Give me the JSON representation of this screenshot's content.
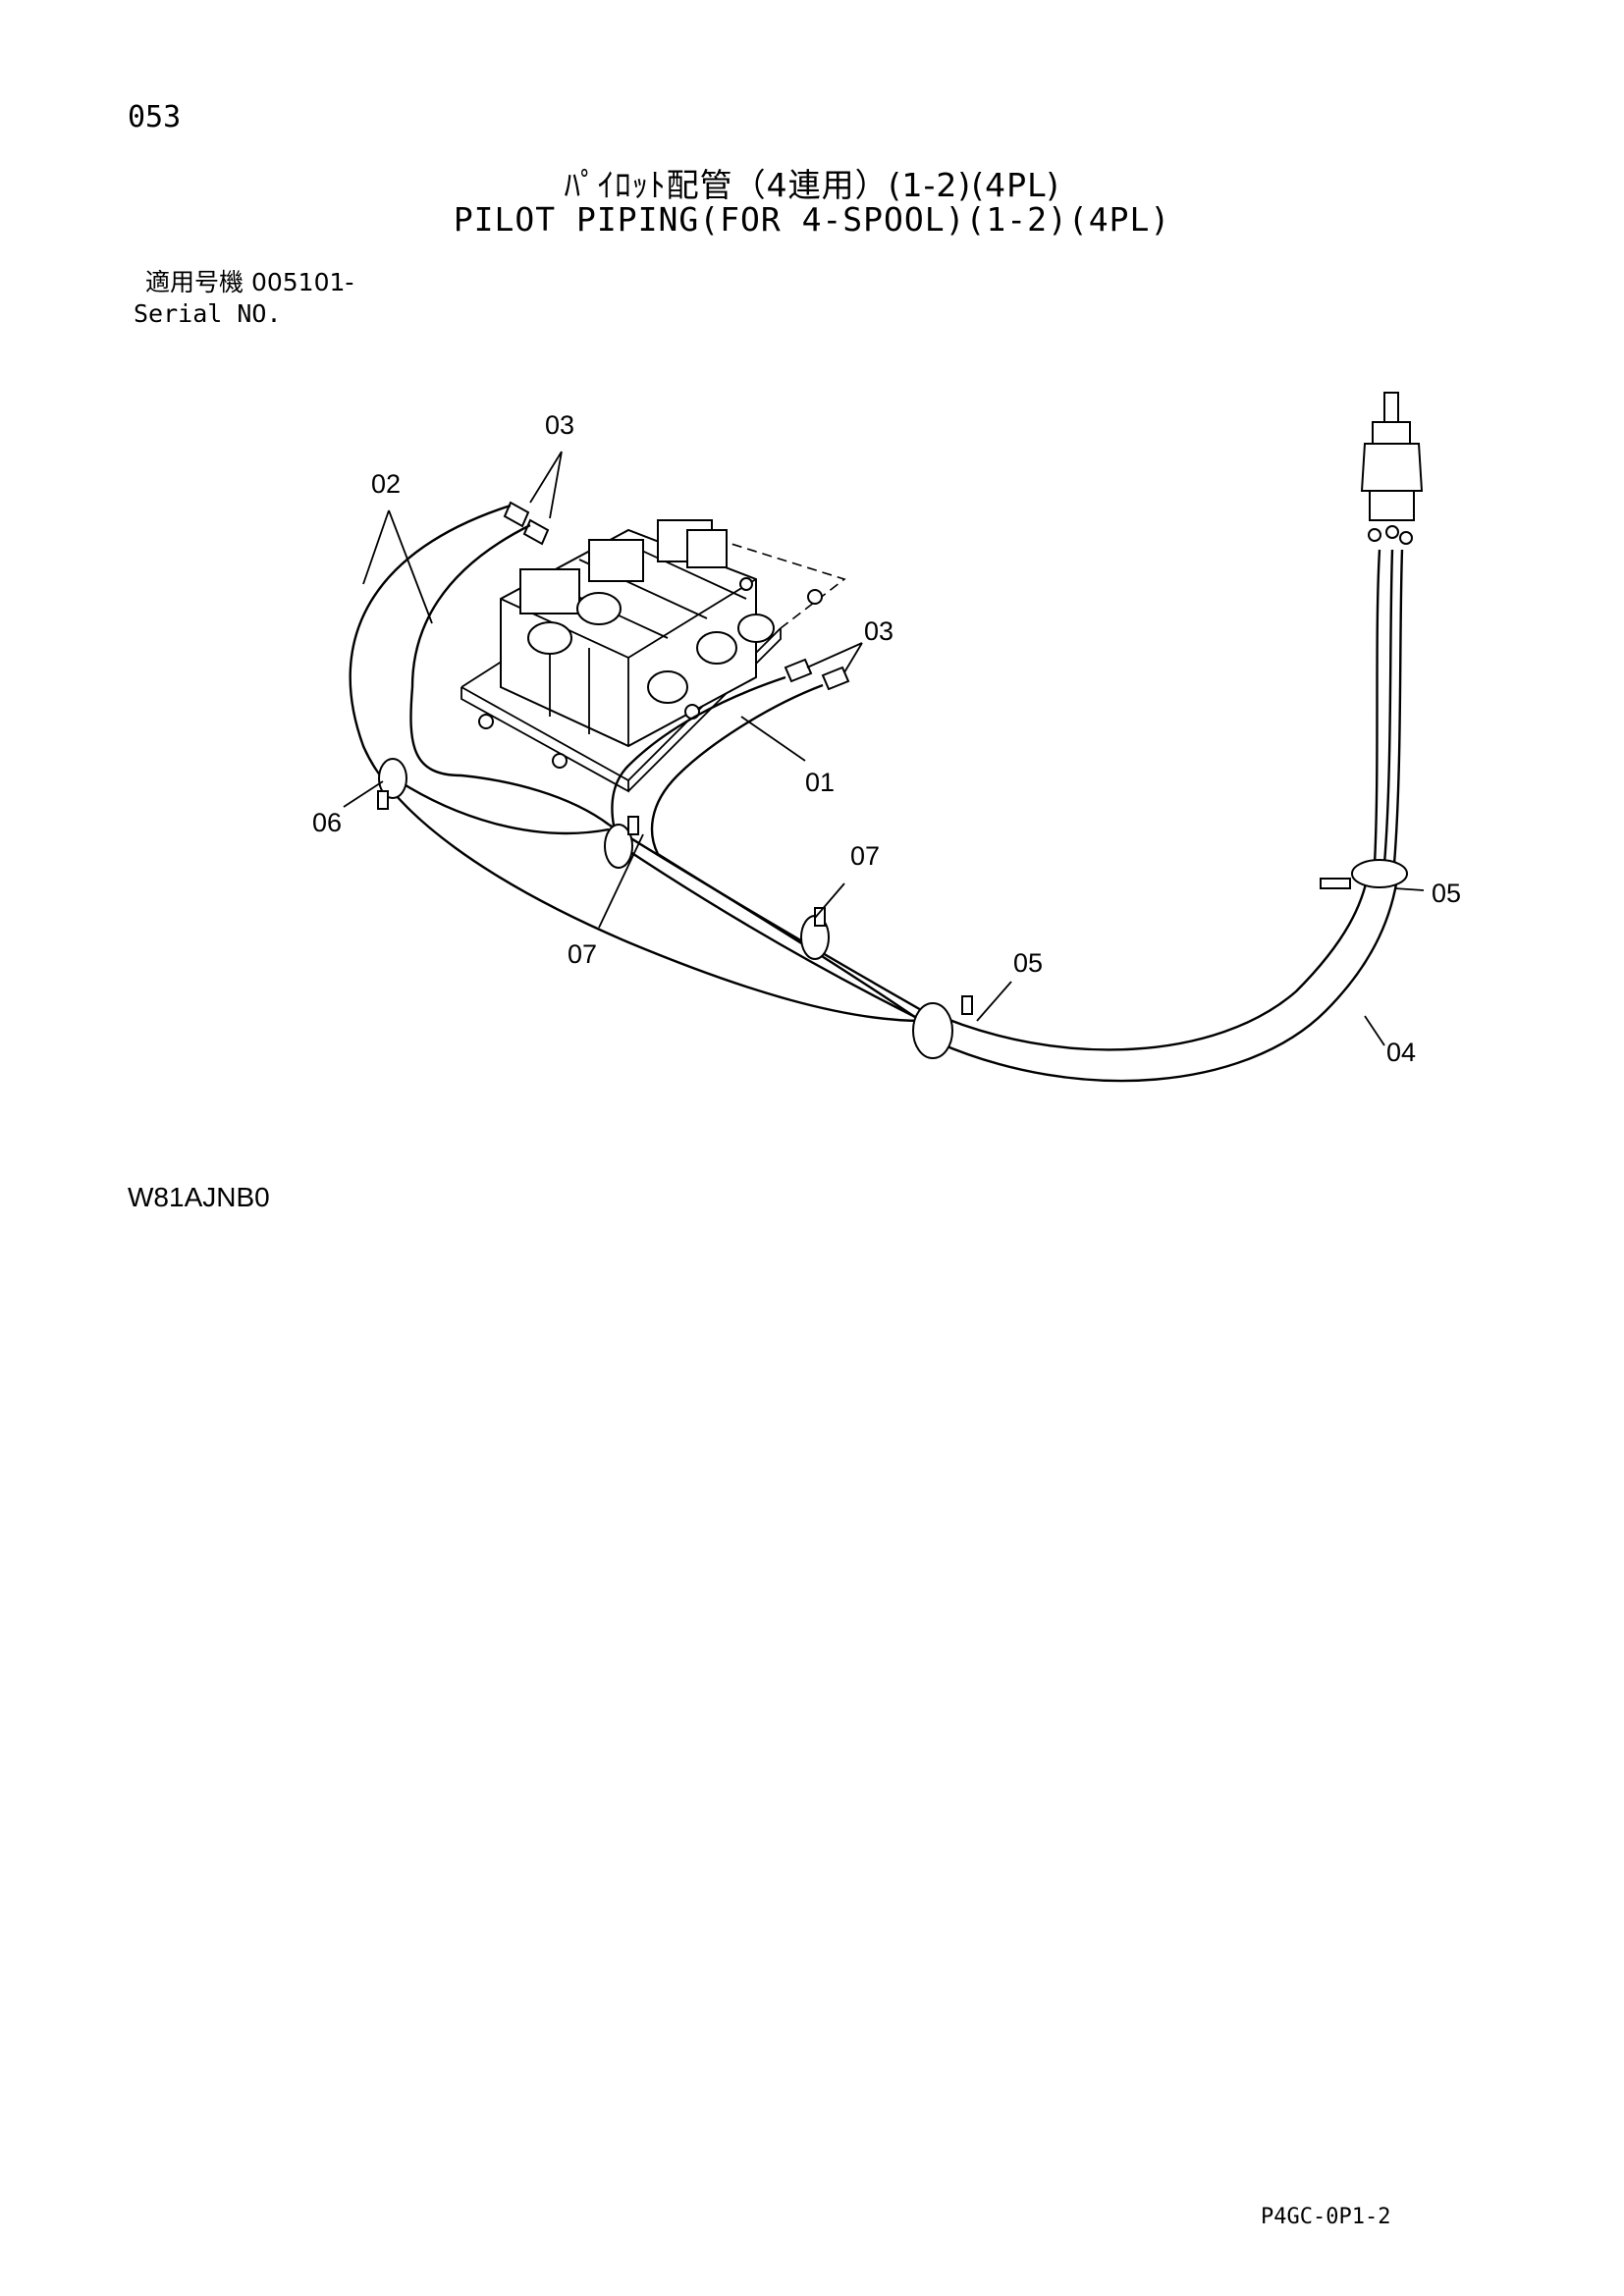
{
  "header": {
    "page_number": "053",
    "title_jp": "ﾊﾟｲﾛｯﾄ配管（4連用）(1-2)(4PL)",
    "title_en": "PILOT PIPING(FOR 4-SPOOL)(1-2)(4PL)",
    "serial_label_jp": "適用号機 005101-",
    "serial_label_en": "Serial NO."
  },
  "diagram": {
    "callouts": [
      {
        "id": "c03a",
        "label": "03"
      },
      {
        "id": "c02",
        "label": "02"
      },
      {
        "id": "c03b",
        "label": "03"
      },
      {
        "id": "c01",
        "label": "01"
      },
      {
        "id": "c06",
        "label": "06"
      },
      {
        "id": "c07a",
        "label": "07"
      },
      {
        "id": "c07b",
        "label": "07"
      },
      {
        "id": "c05a",
        "label": "05"
      },
      {
        "id": "c05b",
        "label": "05"
      },
      {
        "id": "c04",
        "label": "04"
      }
    ]
  },
  "footer": {
    "figure_code": "W81AJNB0",
    "page_code": "P4GC-0P1-2"
  }
}
